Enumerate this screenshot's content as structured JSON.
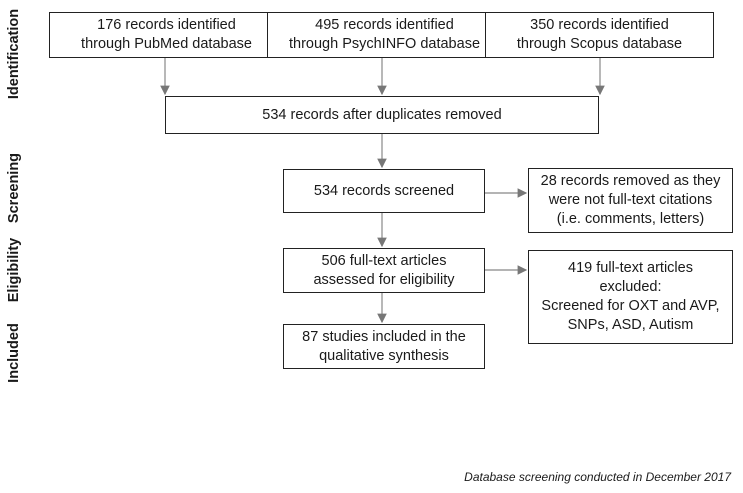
{
  "stages": {
    "identification": "Identification",
    "screening": "Screening",
    "eligibility": "Eligibility",
    "included": "Included"
  },
  "boxes": {
    "pubmed": "176 records identified\nthrough PubMed database",
    "psychinfo": "495 records identified\nthrough PsychINFO database",
    "scopus": "350 records identified\nthrough Scopus database",
    "dedup": "534 records after duplicates removed",
    "screened": "534 records screened",
    "removed": "28 records removed as they\nwere not full-text citations\n(i.e. comments, letters)",
    "fulltext": "506 full-text articles\nassessed for eligibility",
    "excluded": "419 full-text articles\nexcluded:\nScreened for OXT and AVP,\nSNPs, ASD, Autism",
    "included": "87 studies included in the\nqualitative synthesis"
  },
  "footnote": "Database screening conducted in December 2017"
}
